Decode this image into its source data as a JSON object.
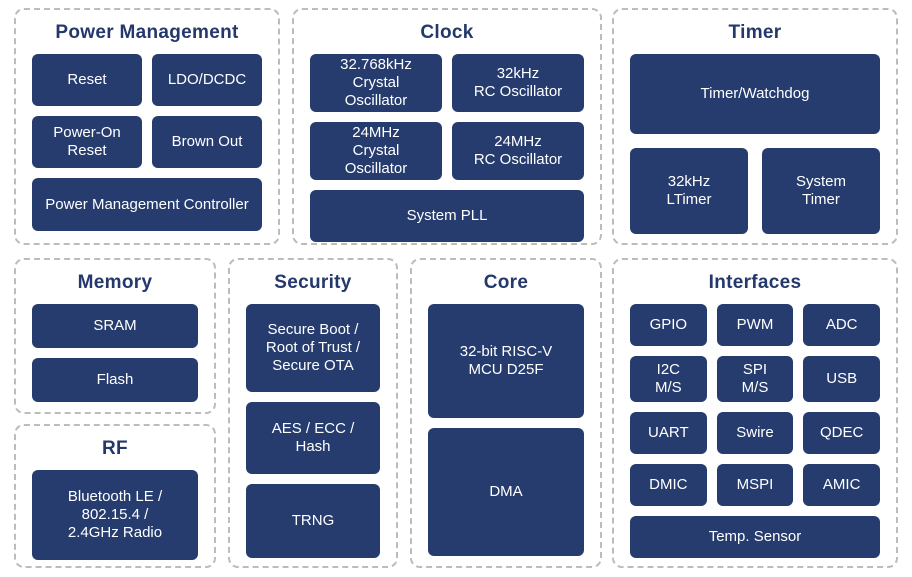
{
  "colors": {
    "block_fill": "#263c6e",
    "block_text": "#ffffff",
    "heading_text": "#24386b",
    "group_border": "#bcbcbc",
    "background": "#ffffff"
  },
  "groups": {
    "power_management": {
      "title": "Power Management",
      "blocks": {
        "reset": "Reset",
        "ldo_dcdc": "LDO/DCDC",
        "power_on_reset": "Power-On\nReset",
        "brown_out": "Brown Out",
        "pm_controller": "Power Management Controller"
      }
    },
    "clock": {
      "title": "Clock",
      "blocks": {
        "xtal_32768k": "32.768kHz\nCrystal\nOscillator",
        "rc_32k": "32kHz\nRC Oscillator",
        "xtal_24m": "24MHz\nCrystal\nOscillator",
        "rc_24m": "24MHz\nRC Oscillator",
        "system_pll": "System PLL"
      }
    },
    "timer": {
      "title": "Timer",
      "blocks": {
        "timer_watchdog": "Timer/Watchdog",
        "ltimer_32k": "32kHz\nLTimer",
        "system_timer": "System\nTimer"
      }
    },
    "memory": {
      "title": "Memory",
      "blocks": {
        "sram": "SRAM",
        "flash": "Flash"
      }
    },
    "rf": {
      "title": "RF",
      "blocks": {
        "radio": "Bluetooth LE /\n802.15.4 /\n2.4GHz Radio"
      }
    },
    "security": {
      "title": "Security",
      "blocks": {
        "secure_boot": "Secure Boot /\nRoot of Trust /\nSecure OTA",
        "aes_ecc_hash": "AES / ECC /\nHash",
        "trng": "TRNG"
      }
    },
    "core": {
      "title": "Core",
      "blocks": {
        "mcu": "32-bit RISC-V\nMCU D25F",
        "dma": "DMA"
      }
    },
    "interfaces": {
      "title": "Interfaces",
      "blocks": {
        "gpio": "GPIO",
        "pwm": "PWM",
        "adc": "ADC",
        "i2c": "I2C\nM/S",
        "spi": "SPI\nM/S",
        "usb": "USB",
        "uart": "UART",
        "swire": "Swire",
        "qdec": "QDEC",
        "dmic": "DMIC",
        "mspi": "MSPI",
        "amic": "AMIC",
        "temp_sensor": "Temp. Sensor"
      }
    }
  }
}
